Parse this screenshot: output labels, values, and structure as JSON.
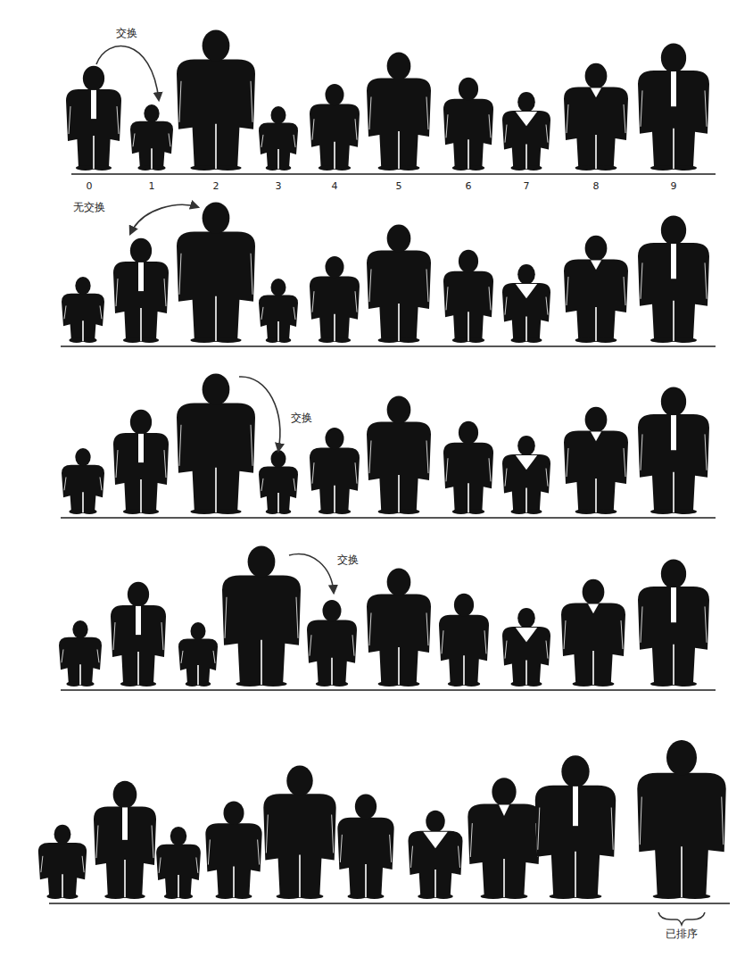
{
  "diagram": {
    "labels": [
      "交换",
      "0",
      "1",
      "2",
      "3",
      "4",
      "5",
      "6",
      "7",
      "8",
      "9",
      "无交换",
      "交换",
      "交换",
      "已排序"
    ]
  }
}
